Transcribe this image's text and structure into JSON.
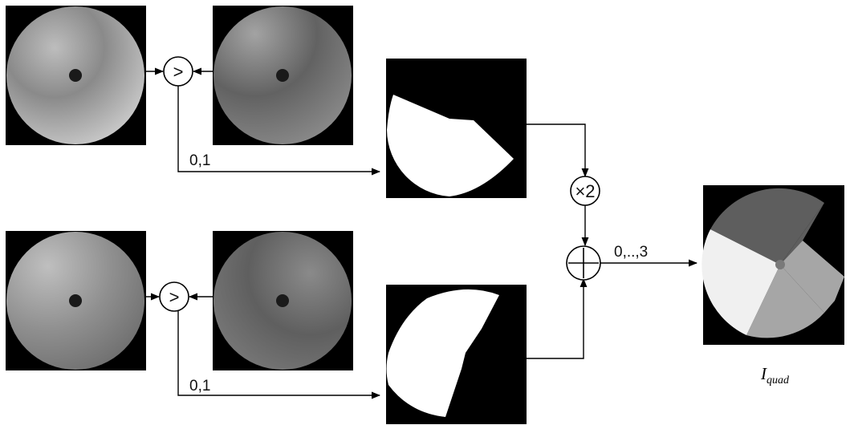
{
  "diagram": {
    "colors": {
      "background": "#ffffff",
      "panel": "#000000",
      "line": "#000000",
      "mask": "#ffffff",
      "quadrant_light": "#f0f0f0",
      "quadrant_mid": "#a6a6a6",
      "quadrant_dark": "#5e5e5e"
    },
    "operators": {
      "compare_top": ">",
      "compare_bottom": ">",
      "multiply": "×2",
      "add": "+"
    },
    "labels": {
      "binary_top": "0,1",
      "binary_bottom": "0,1",
      "range": "0,..,3",
      "output_main": "I",
      "output_sub": "quad"
    },
    "icons": {
      "greater_than": "greater-than-icon",
      "times_two": "multiply-by-two-icon",
      "plus": "plus-icon"
    }
  }
}
